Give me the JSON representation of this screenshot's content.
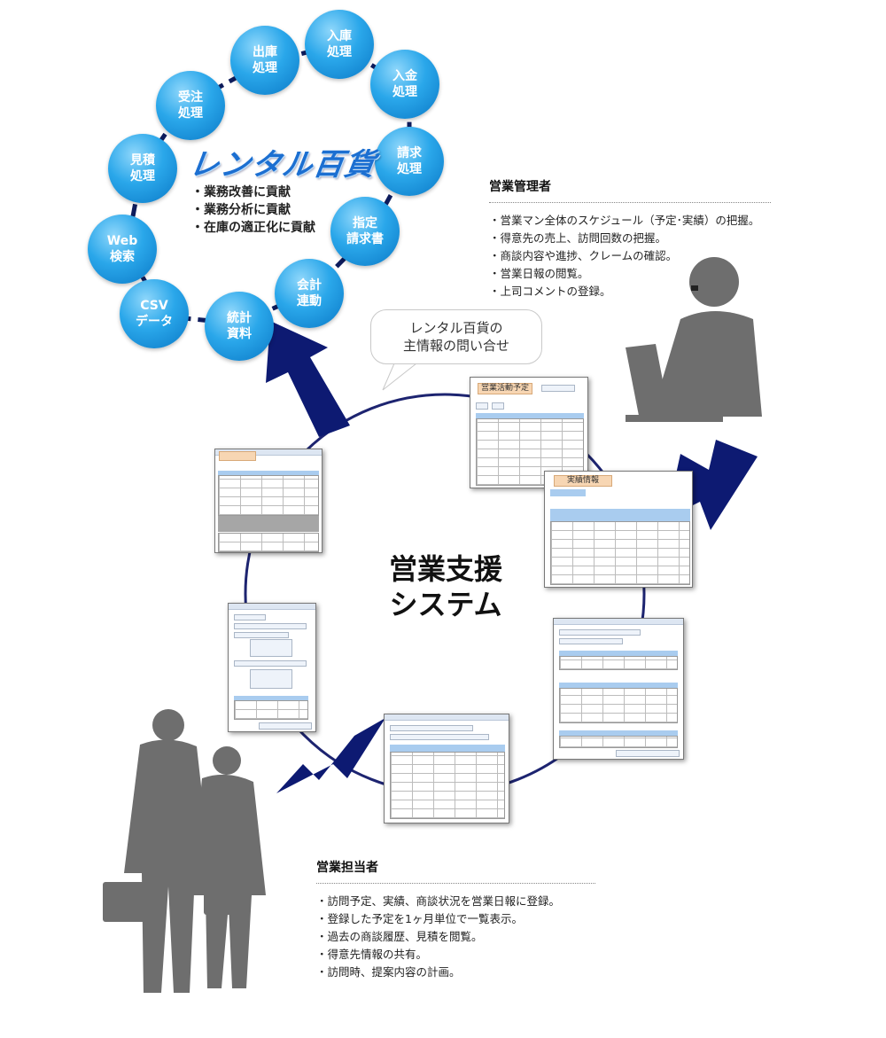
{
  "logo": {
    "text": "レンタル百貨"
  },
  "process_steps": [
    "入庫\n処理",
    "入金\n処理",
    "請求\n処理",
    "指定\n請求書",
    "会計\n連動",
    "統計\n資料",
    "CSV\nデータ",
    "Web\n検索",
    "見積\n処理",
    "受注\n処理",
    "出庫\n処理"
  ],
  "contributions": [
    "・業務改善に貢献",
    "・業務分析に貢献",
    "・在庫の適正化に貢献"
  ],
  "speech_bubble": {
    "line1": "レンタル百貨の",
    "line2": "主情報の問い合せ"
  },
  "center": {
    "line1": "営業支援",
    "line2": "システム"
  },
  "manager": {
    "title": "営業管理者",
    "items": [
      "・営業マン全体のスケジュール（予定･実績）の把握。",
      "・得意先の売上、訪問回数の把握。",
      "・商談内容や進捗、クレームの確認。",
      "・営業日報の閲覧。",
      "・上司コメントの登録。"
    ]
  },
  "sales": {
    "title": "営業担当者",
    "items": [
      "・訪問予定、実績、商談状況を営業日報に登録。",
      "・登録した予定を1ヶ月単位で一覧表示。",
      "・過去の商談履歴、見積を閲覧。",
      "・得意先情報の共有。",
      "・訪問時、提案内容の計画。"
    ]
  },
  "screens": {
    "plan_title": "営業活動予定",
    "result_title": "実績情報"
  },
  "colors": {
    "bubble": "#1a93dd",
    "navy": "#0d1a72",
    "silhouette": "#6e6e6e"
  }
}
